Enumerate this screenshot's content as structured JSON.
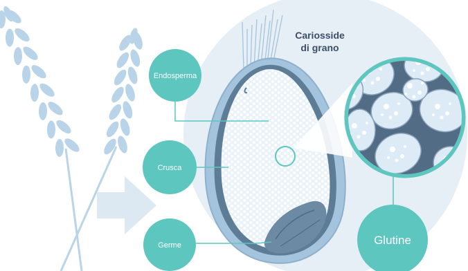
{
  "diagram": {
    "title_line1": "Cariosside",
    "title_line2": "di grano",
    "labels": {
      "endosperm": "Endosperma",
      "bran": "Crusca",
      "germ": "Germe",
      "gluten": "Glutine"
    }
  },
  "colors": {
    "teal": "#5cc6bf",
    "wheat": "#b9d4e8",
    "halo": "#e6eef6",
    "shell": "#a4c4dd",
    "shell_dark": "#5d7d97",
    "cell_fill": "#dcebf5",
    "cell_border": "#526c85",
    "germ": "#6c8aa3",
    "arrow": "#dce8f2",
    "title": "#3c4e66"
  }
}
